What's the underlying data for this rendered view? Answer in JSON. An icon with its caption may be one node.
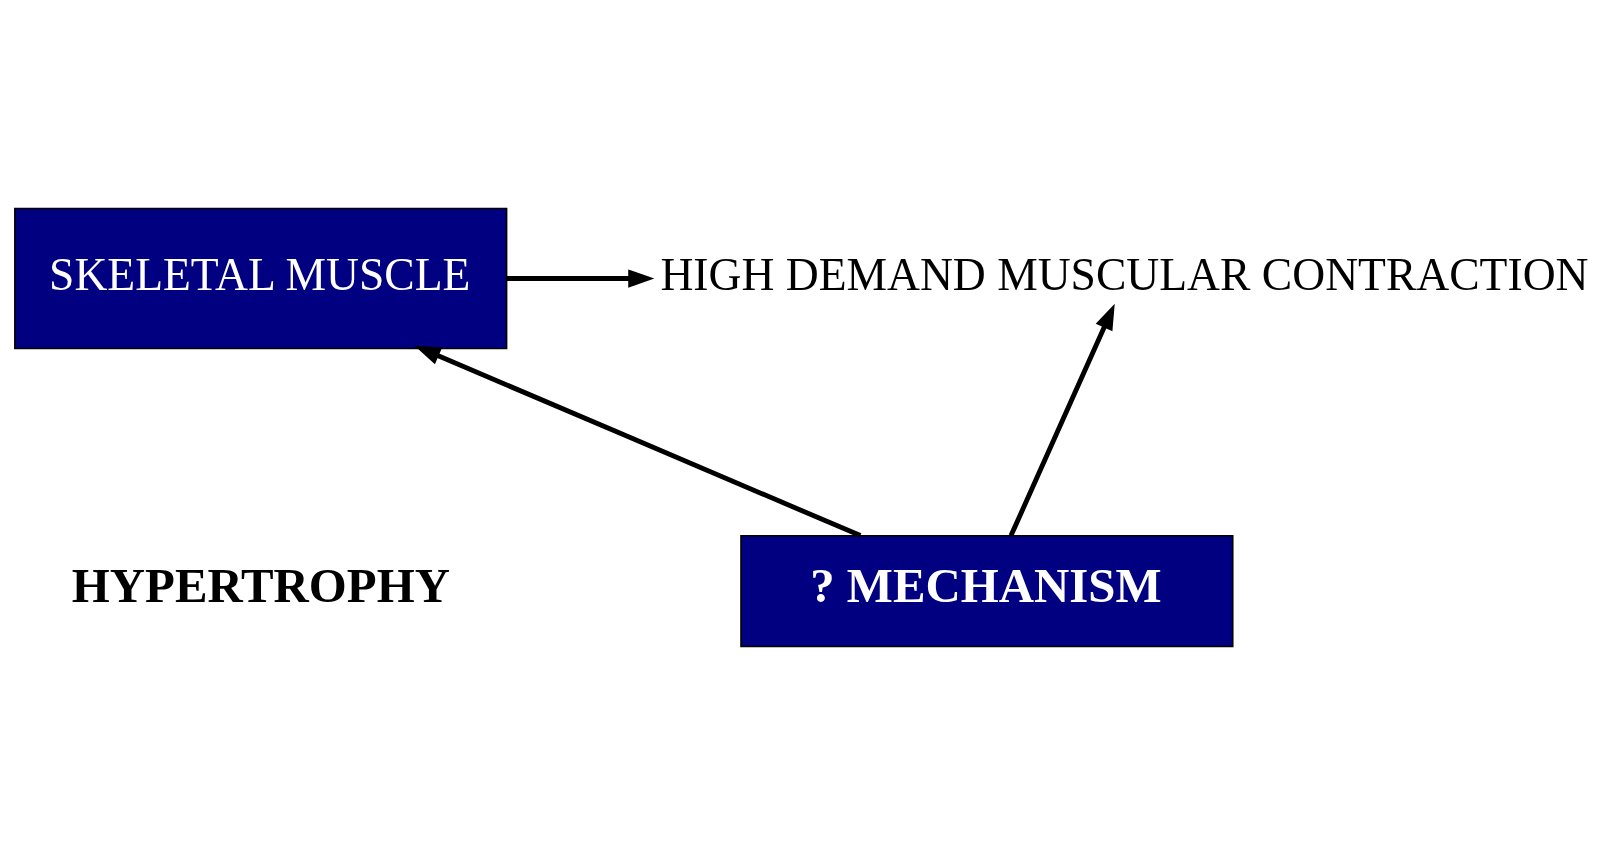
{
  "diagram": {
    "nodes": [
      {
        "text": [
          "SKELETAL MUSCLE"
        ]
      },
      {
        "text": [
          "? MECHANISM"
        ]
      },
      {
        "text": [
          "HIGH DEMAND MUSCULAR CONTRACTION"
        ]
      }
    ],
    "edges": [
      {
        "from": 0,
        "to": 2,
        "arrow": "to"
      },
      {
        "from": 1,
        "to": 2,
        "arrow": "to"
      },
      {
        "from": 1,
        "to": 0,
        "arrow": "to"
      }
    ],
    "labels": [
      "HYPERTROPHY"
    ]
  }
}
